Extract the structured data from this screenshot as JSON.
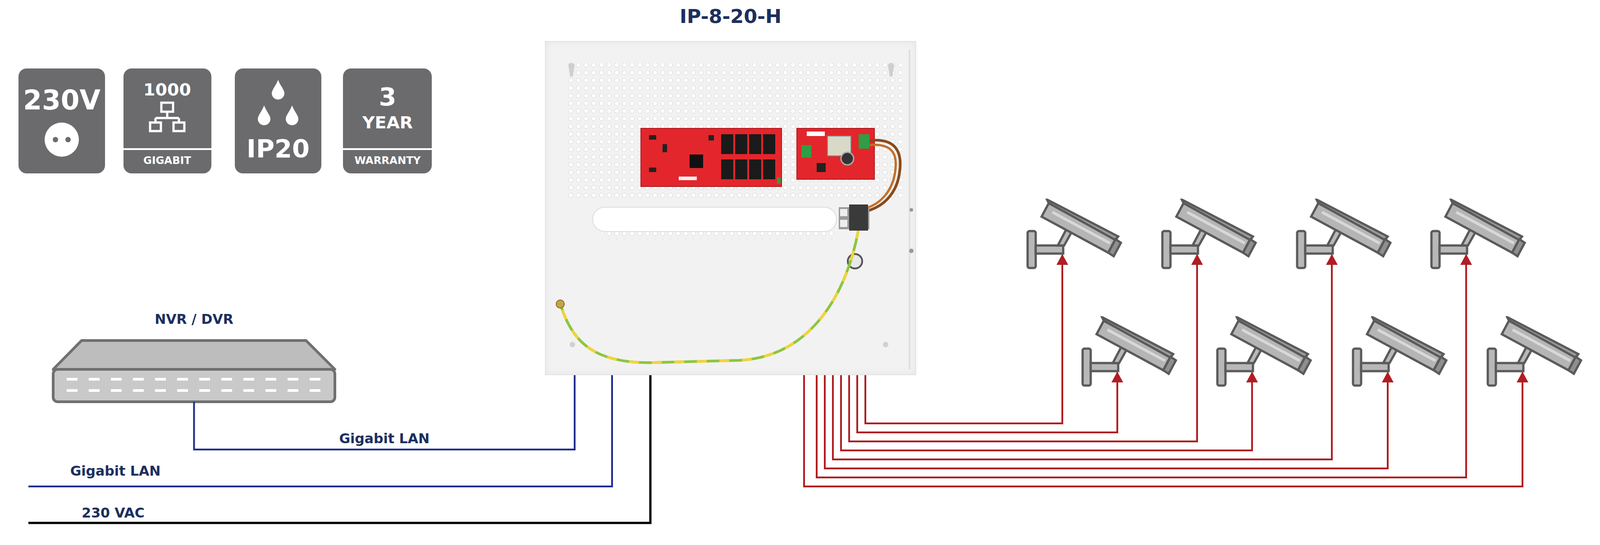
{
  "diagram": {
    "nodes": [
      {
        "text": [
          "IP-8-20-H"
        ]
      },
      {
        "text": [
          "NVR / DVR"
        ]
      }
    ],
    "edges": [
      {
        "from": 1,
        "to": 0,
        "arrow": "none",
        "label": "Gigabit LAN"
      }
    ],
    "labels": [
      "230V",
      "1000",
      "GIGABIT",
      "IP20",
      "3",
      "YEAR",
      "WARRANTY",
      "Gigabit LAN",
      "230 VAC"
    ]
  }
}
